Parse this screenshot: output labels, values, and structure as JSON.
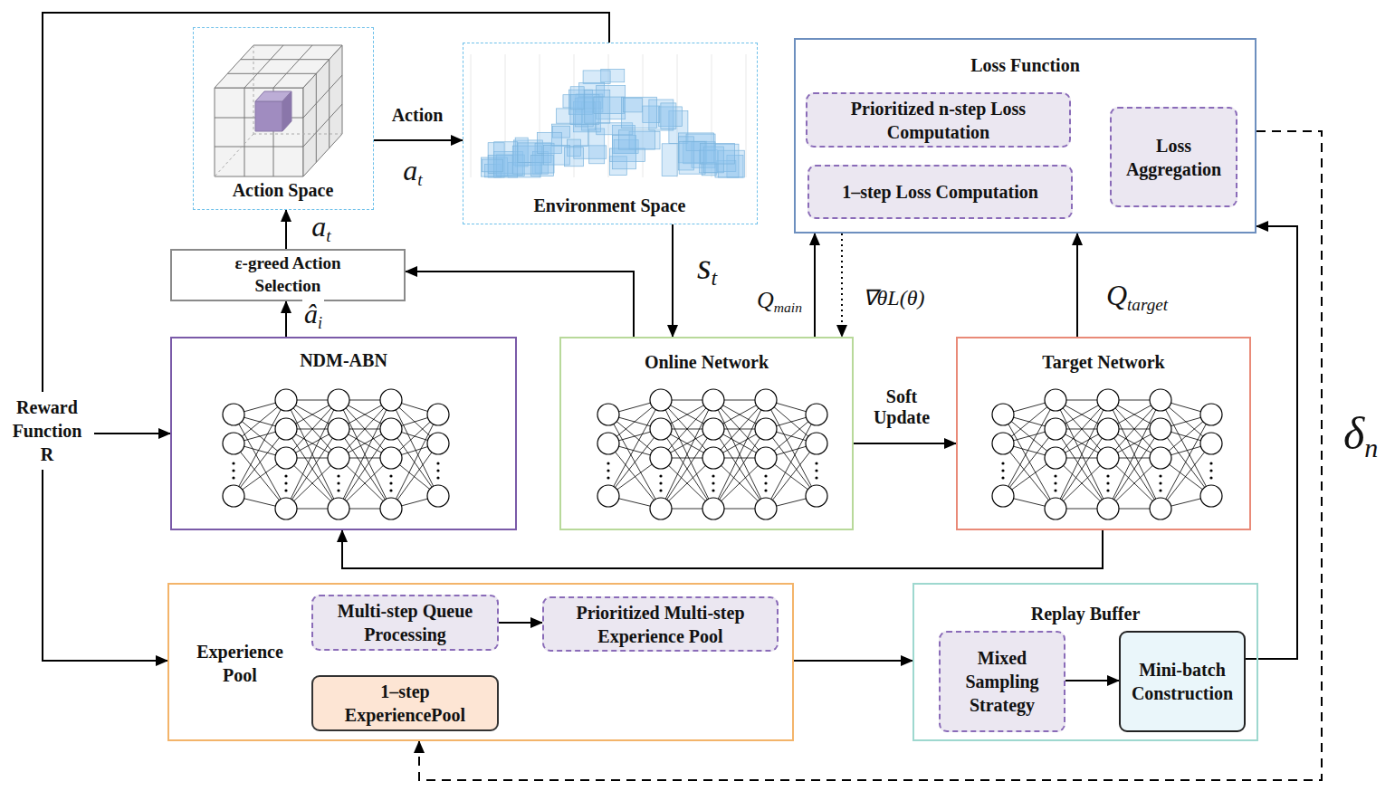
{
  "diagram": {
    "nodes": [
      {
        "text": [
          "Action Space"
        ]
      },
      {
        "text": [
          "Environment Space"
        ]
      },
      {
        "text": [
          "Loss Function"
        ]
      },
      {
        "text": [
          "Prioritized n-step Loss Computation"
        ],
        "in": 2
      },
      {
        "text": [
          "1–step Loss Computation"
        ],
        "in": 2
      },
      {
        "text": [
          "Loss Aggregation"
        ],
        "in": 2
      },
      {
        "text": [
          "ε-greed Action Selection"
        ]
      },
      {
        "text": [
          "NDM-ABN"
        ]
      },
      {
        "text": [
          "Online Network"
        ]
      },
      {
        "text": [
          "Target Network"
        ]
      },
      {
        "text": [
          "Reward Function R"
        ]
      },
      {
        "text": [
          "Experience Pool"
        ]
      },
      {
        "text": [
          "Multi-step Queue Processing"
        ],
        "in": 11
      },
      {
        "text": [
          "Prioritized Multi-step Experience Pool"
        ],
        "in": 11
      },
      {
        "text": [
          "1–step ExperiencePool"
        ],
        "in": 11
      },
      {
        "text": [
          "Replay Buffer"
        ]
      },
      {
        "text": [
          "Mixed Sampling Strategy"
        ],
        "in": 15
      },
      {
        "text": [
          "Mini-batch Construction"
        ],
        "in": 15
      }
    ],
    "edges": [
      {
        "from": 6,
        "to": 0,
        "arrow": "to",
        "label": "at"
      },
      {
        "from": 0,
        "to": 1,
        "arrow": "to",
        "label": "Action"
      },
      {
        "from": 1,
        "to": 8,
        "arrow": "to",
        "label": "st"
      },
      {
        "from": 7,
        "to": 6,
        "arrow": "to",
        "label": "âi"
      },
      {
        "from": 8,
        "to": 6,
        "arrow": "to"
      },
      {
        "from": 8,
        "to": 2,
        "arrow": "to",
        "label": "Qmain"
      },
      {
        "from": 2,
        "to": 8,
        "arrow": "to",
        "label": "∇θL(θ)"
      },
      {
        "from": 8,
        "to": 9,
        "arrow": "to",
        "label": "Soft Update"
      },
      {
        "from": 9,
        "to": 2,
        "arrow": "to",
        "label": "Qtarget"
      },
      {
        "from": 9,
        "to": 7,
        "arrow": "to"
      },
      {
        "from": 10,
        "to": 7,
        "arrow": "to"
      },
      {
        "from": 10,
        "to": 11,
        "arrow": "to"
      },
      {
        "from": 1,
        "to": 10,
        "arrow": "none"
      },
      {
        "from": 12,
        "to": 13,
        "arrow": "to"
      },
      {
        "from": 11,
        "to": 15,
        "arrow": "to"
      },
      {
        "from": 16,
        "to": 17,
        "arrow": "to"
      },
      {
        "from": 17,
        "to": 2,
        "arrow": "to"
      },
      {
        "from": 2,
        "to": 11,
        "arrow": "to",
        "label": "δn"
      }
    ],
    "labels": [
      "at"
    ]
  }
}
